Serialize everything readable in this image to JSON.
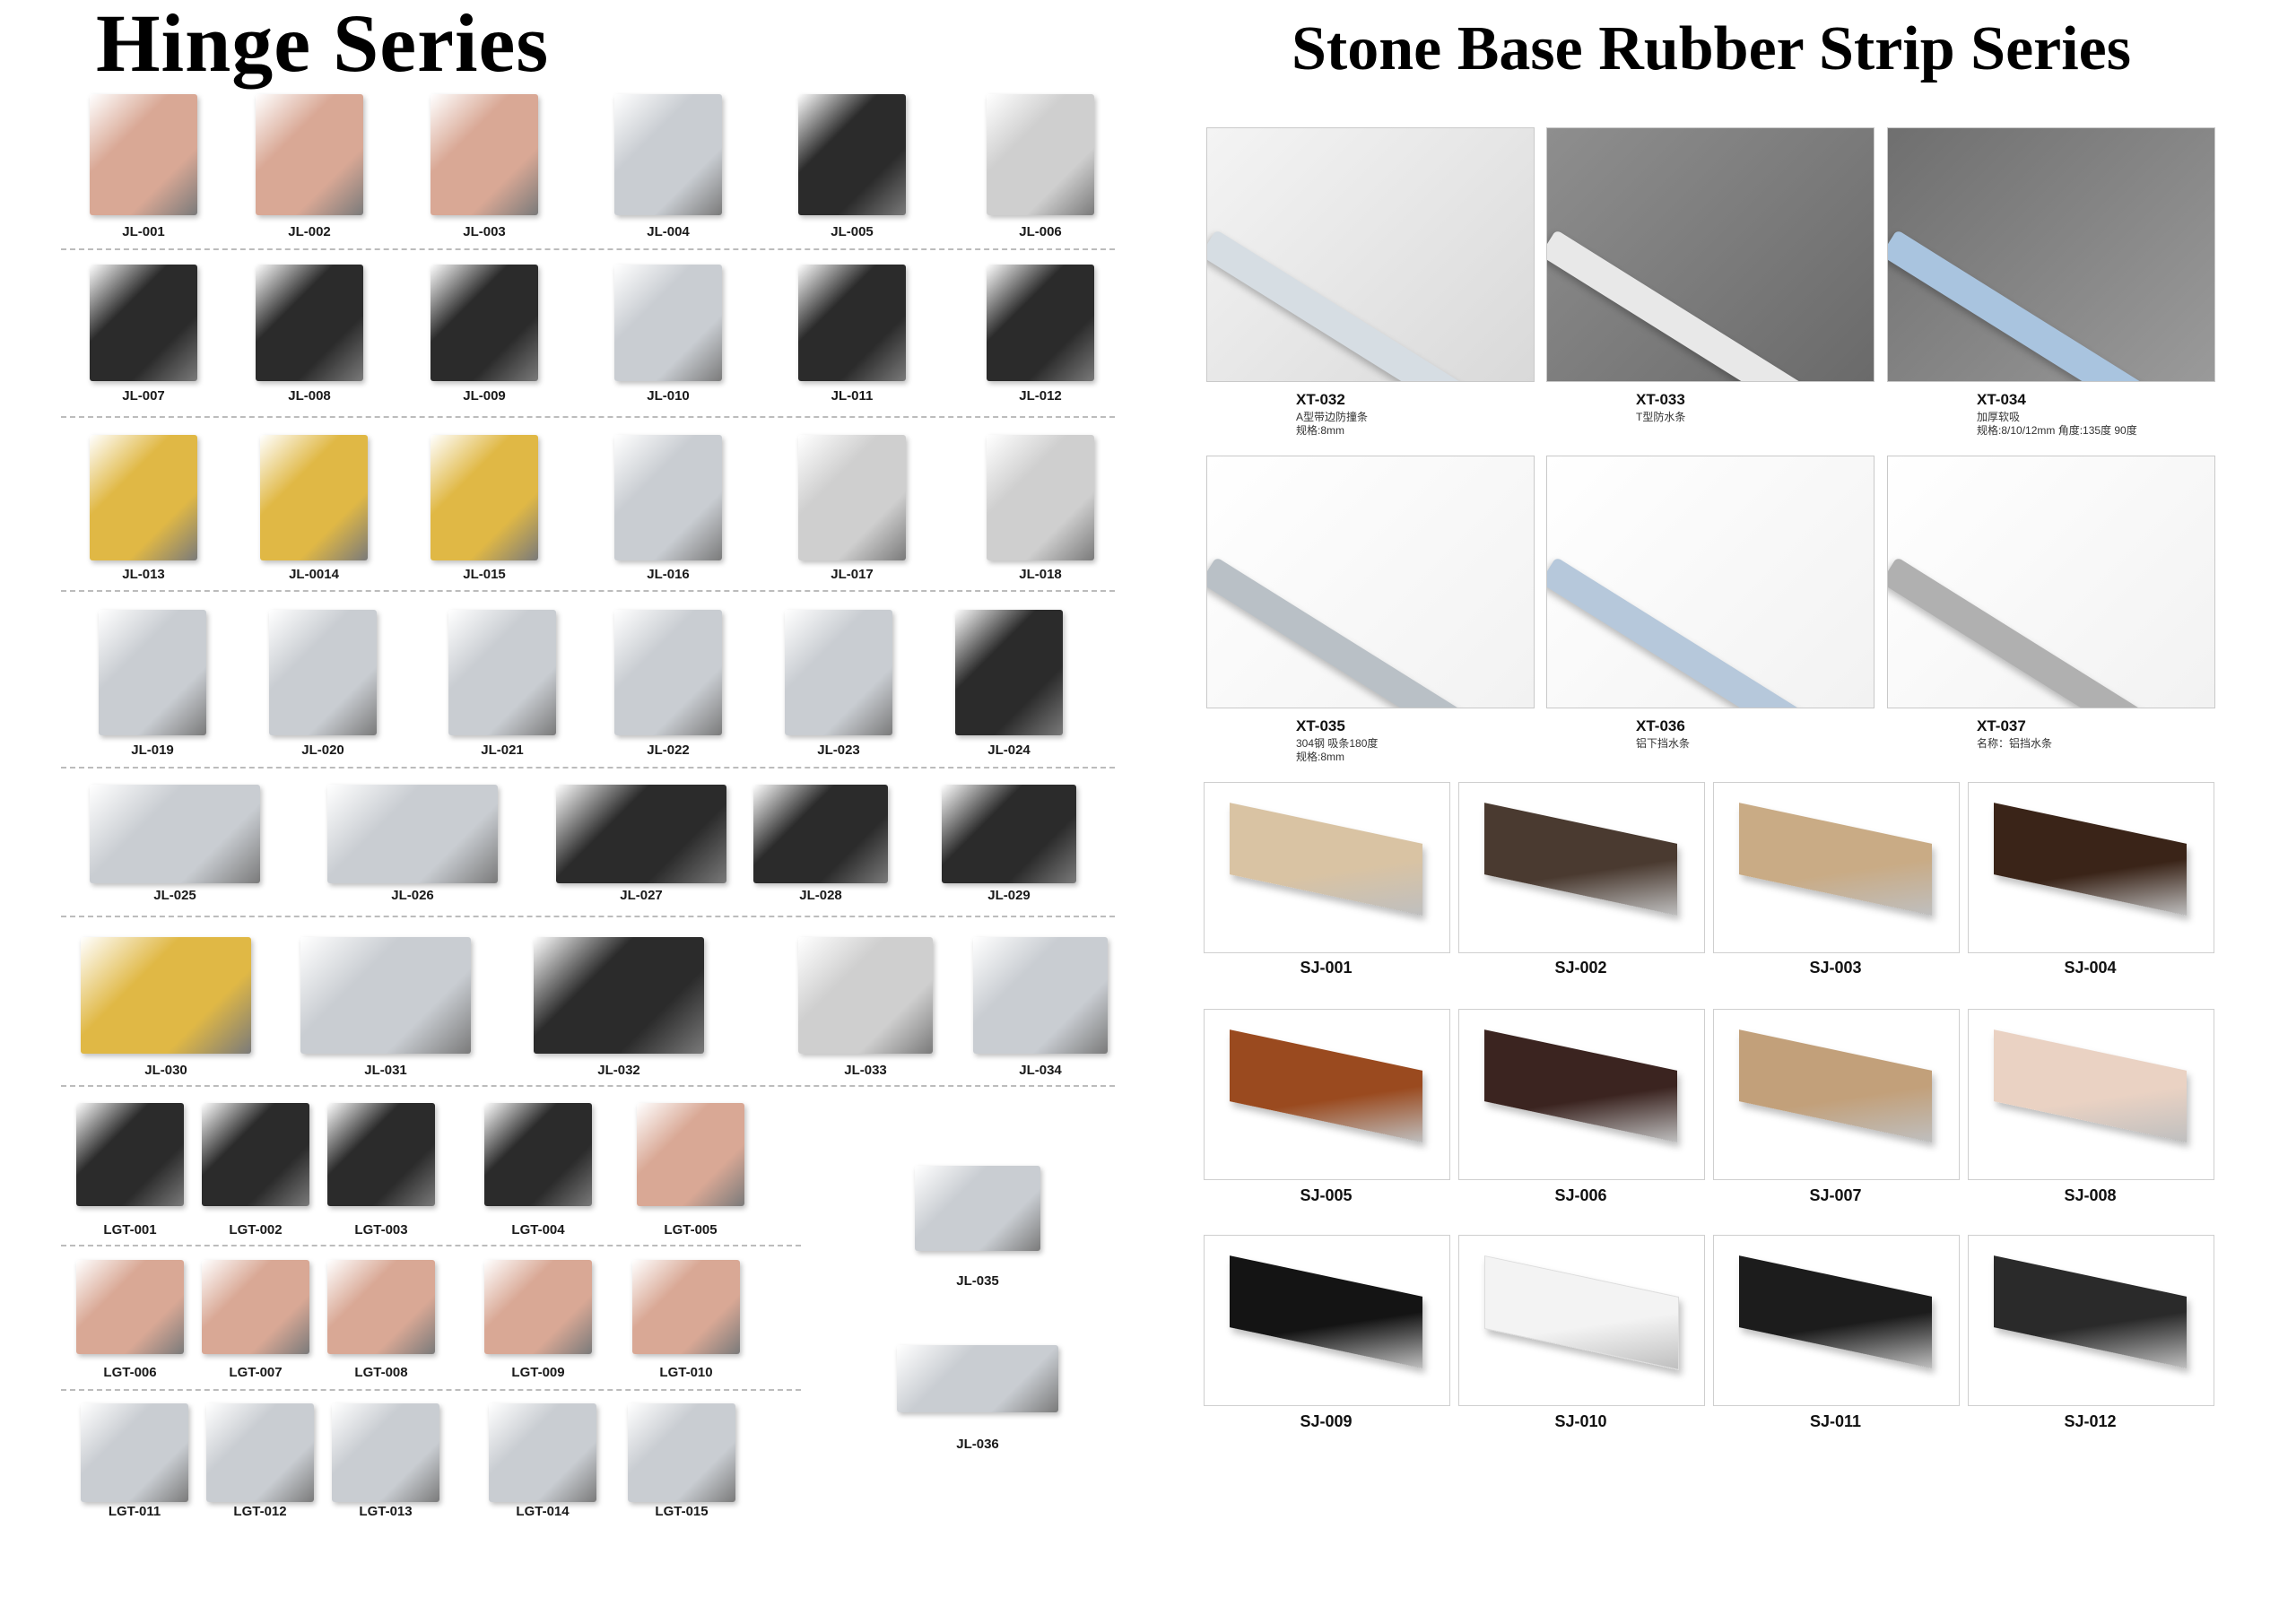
{
  "titles": {
    "left": "Hinge Series",
    "right": "Stone Base Rubber Strip Series"
  },
  "hinges": {
    "row1": [
      "JL-001",
      "JL-002",
      "JL-003",
      "JL-004",
      "JL-005",
      "JL-006"
    ],
    "row2": [
      "JL-007",
      "JL-008",
      "JL-009",
      "JL-010",
      "JL-011",
      "JL-012"
    ],
    "row3": [
      "JL-013",
      "JL-0014",
      "JL-015",
      "JL-016",
      "JL-017",
      "JL-018"
    ],
    "row4": [
      "JL-019",
      "JL-020",
      "JL-021",
      "JL-022",
      "JL-023",
      "JL-024"
    ],
    "row5": [
      "JL-025",
      "JL-026",
      "JL-027",
      "JL-028",
      "JL-029"
    ],
    "row6": [
      "JL-030",
      "JL-031",
      "JL-032",
      "JL-033",
      "JL-034"
    ],
    "row7": [
      "LGT-001",
      "LGT-002",
      "LGT-003",
      "LGT-004",
      "LGT-005"
    ],
    "row8": [
      "LGT-006",
      "LGT-007",
      "LGT-008",
      "LGT-009",
      "LGT-010"
    ],
    "row9": [
      "LGT-011",
      "LGT-012",
      "LGT-013",
      "LGT-014",
      "LGT-015"
    ],
    "extra": [
      "JL-035",
      "JL-036"
    ]
  },
  "strips": [
    {
      "code": "XT-032",
      "line1": "A型带边防撞条",
      "line2": "规格:8mm"
    },
    {
      "code": "XT-033",
      "line1": "T型防水条",
      "line2": ""
    },
    {
      "code": "XT-034",
      "line1": "加厚软吸",
      "line2": "规格:8/10/12mm  角度:135度 90度"
    },
    {
      "code": "XT-035",
      "line1": "304钢 吸条180度",
      "line2": "规格:8mm"
    },
    {
      "code": "XT-036",
      "line1": "铝下挡水条",
      "line2": ""
    },
    {
      "code": "XT-037",
      "line1": "名称：铝挡水条",
      "line2": ""
    }
  ],
  "stones": [
    {
      "code": "SJ-001",
      "color": "#d9c3a3"
    },
    {
      "code": "SJ-002",
      "color": "#4a3a30"
    },
    {
      "code": "SJ-003",
      "color": "#c9ab85"
    },
    {
      "code": "SJ-004",
      "color": "#3a2418"
    },
    {
      "code": "SJ-005",
      "color": "#9a4a1f"
    },
    {
      "code": "SJ-006",
      "color": "#3b2420"
    },
    {
      "code": "SJ-007",
      "color": "#c2a07a"
    },
    {
      "code": "SJ-008",
      "color": "#ead2c3"
    },
    {
      "code": "SJ-009",
      "color": "#141414"
    },
    {
      "code": "SJ-010",
      "color": "#f3f3f3"
    },
    {
      "code": "SJ-011",
      "color": "#1c1c1c"
    },
    {
      "code": "SJ-012",
      "color": "#2a2a2a"
    }
  ],
  "colors": {
    "rose_gold": "#d9a895",
    "black": "#2b2b2b",
    "chrome": "#c9cdd2",
    "gold": "#e0b845",
    "steel": "#cfcfcf"
  }
}
